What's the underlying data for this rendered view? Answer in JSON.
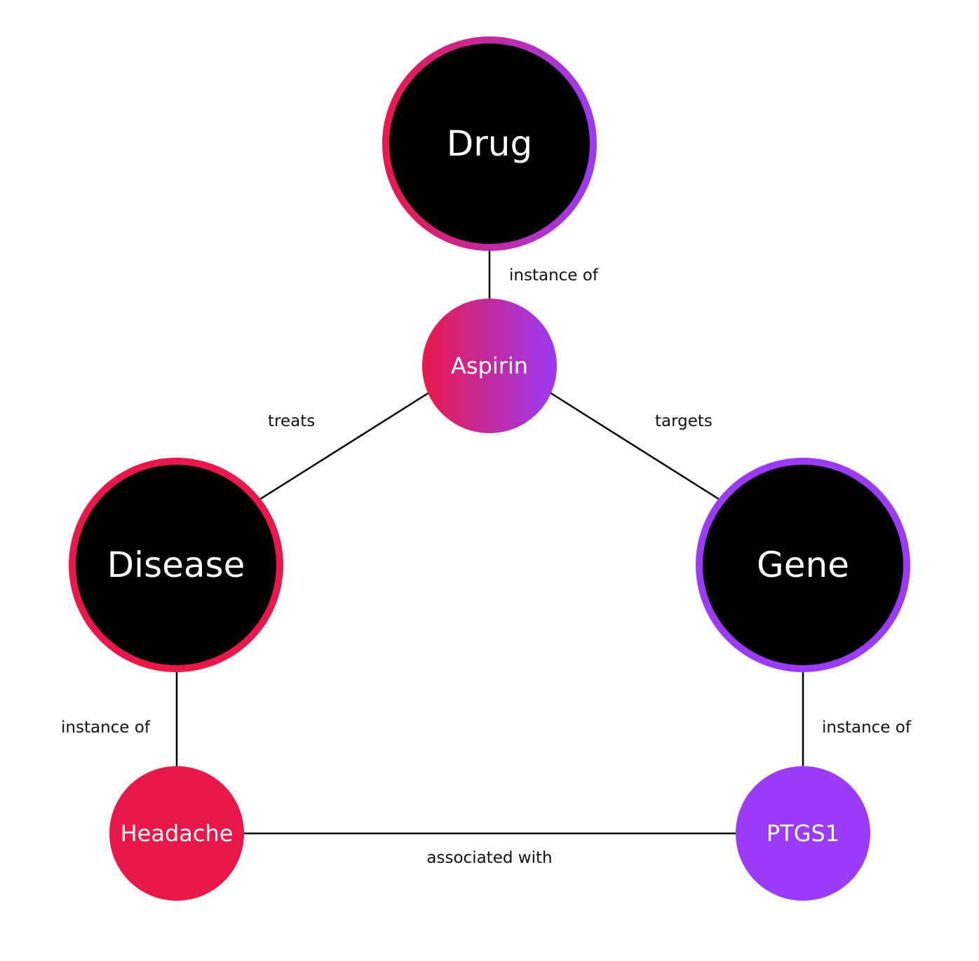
{
  "colors": {
    "red": "#E8194A",
    "purple": "#9B3BF5",
    "black": "#000000",
    "edge": "#000000"
  },
  "nodes": {
    "drug": {
      "label": "Drug",
      "type": "class",
      "ring": "gradient"
    },
    "disease": {
      "label": "Disease",
      "type": "class",
      "ring": "red"
    },
    "gene": {
      "label": "Gene",
      "type": "class",
      "ring": "purple"
    },
    "aspirin": {
      "label": "Aspirin",
      "type": "instance",
      "fill": "gradient"
    },
    "headache": {
      "label": "Headache",
      "type": "instance",
      "fill": "red"
    },
    "ptgs1": {
      "label": "PTGS1",
      "type": "instance",
      "fill": "purple"
    }
  },
  "edges": {
    "aspirin_drug": {
      "from": "aspirin",
      "to": "drug",
      "label": "instance of"
    },
    "aspirin_disease": {
      "from": "aspirin",
      "to": "disease",
      "label": "treats"
    },
    "aspirin_gene": {
      "from": "aspirin",
      "to": "gene",
      "label": "targets"
    },
    "headache_disease": {
      "from": "headache",
      "to": "disease",
      "label": "instance of"
    },
    "ptgs1_gene": {
      "from": "ptgs1",
      "to": "gene",
      "label": "instance of"
    },
    "headache_ptgs1": {
      "from": "headache",
      "to": "ptgs1",
      "label": "associated with"
    }
  }
}
